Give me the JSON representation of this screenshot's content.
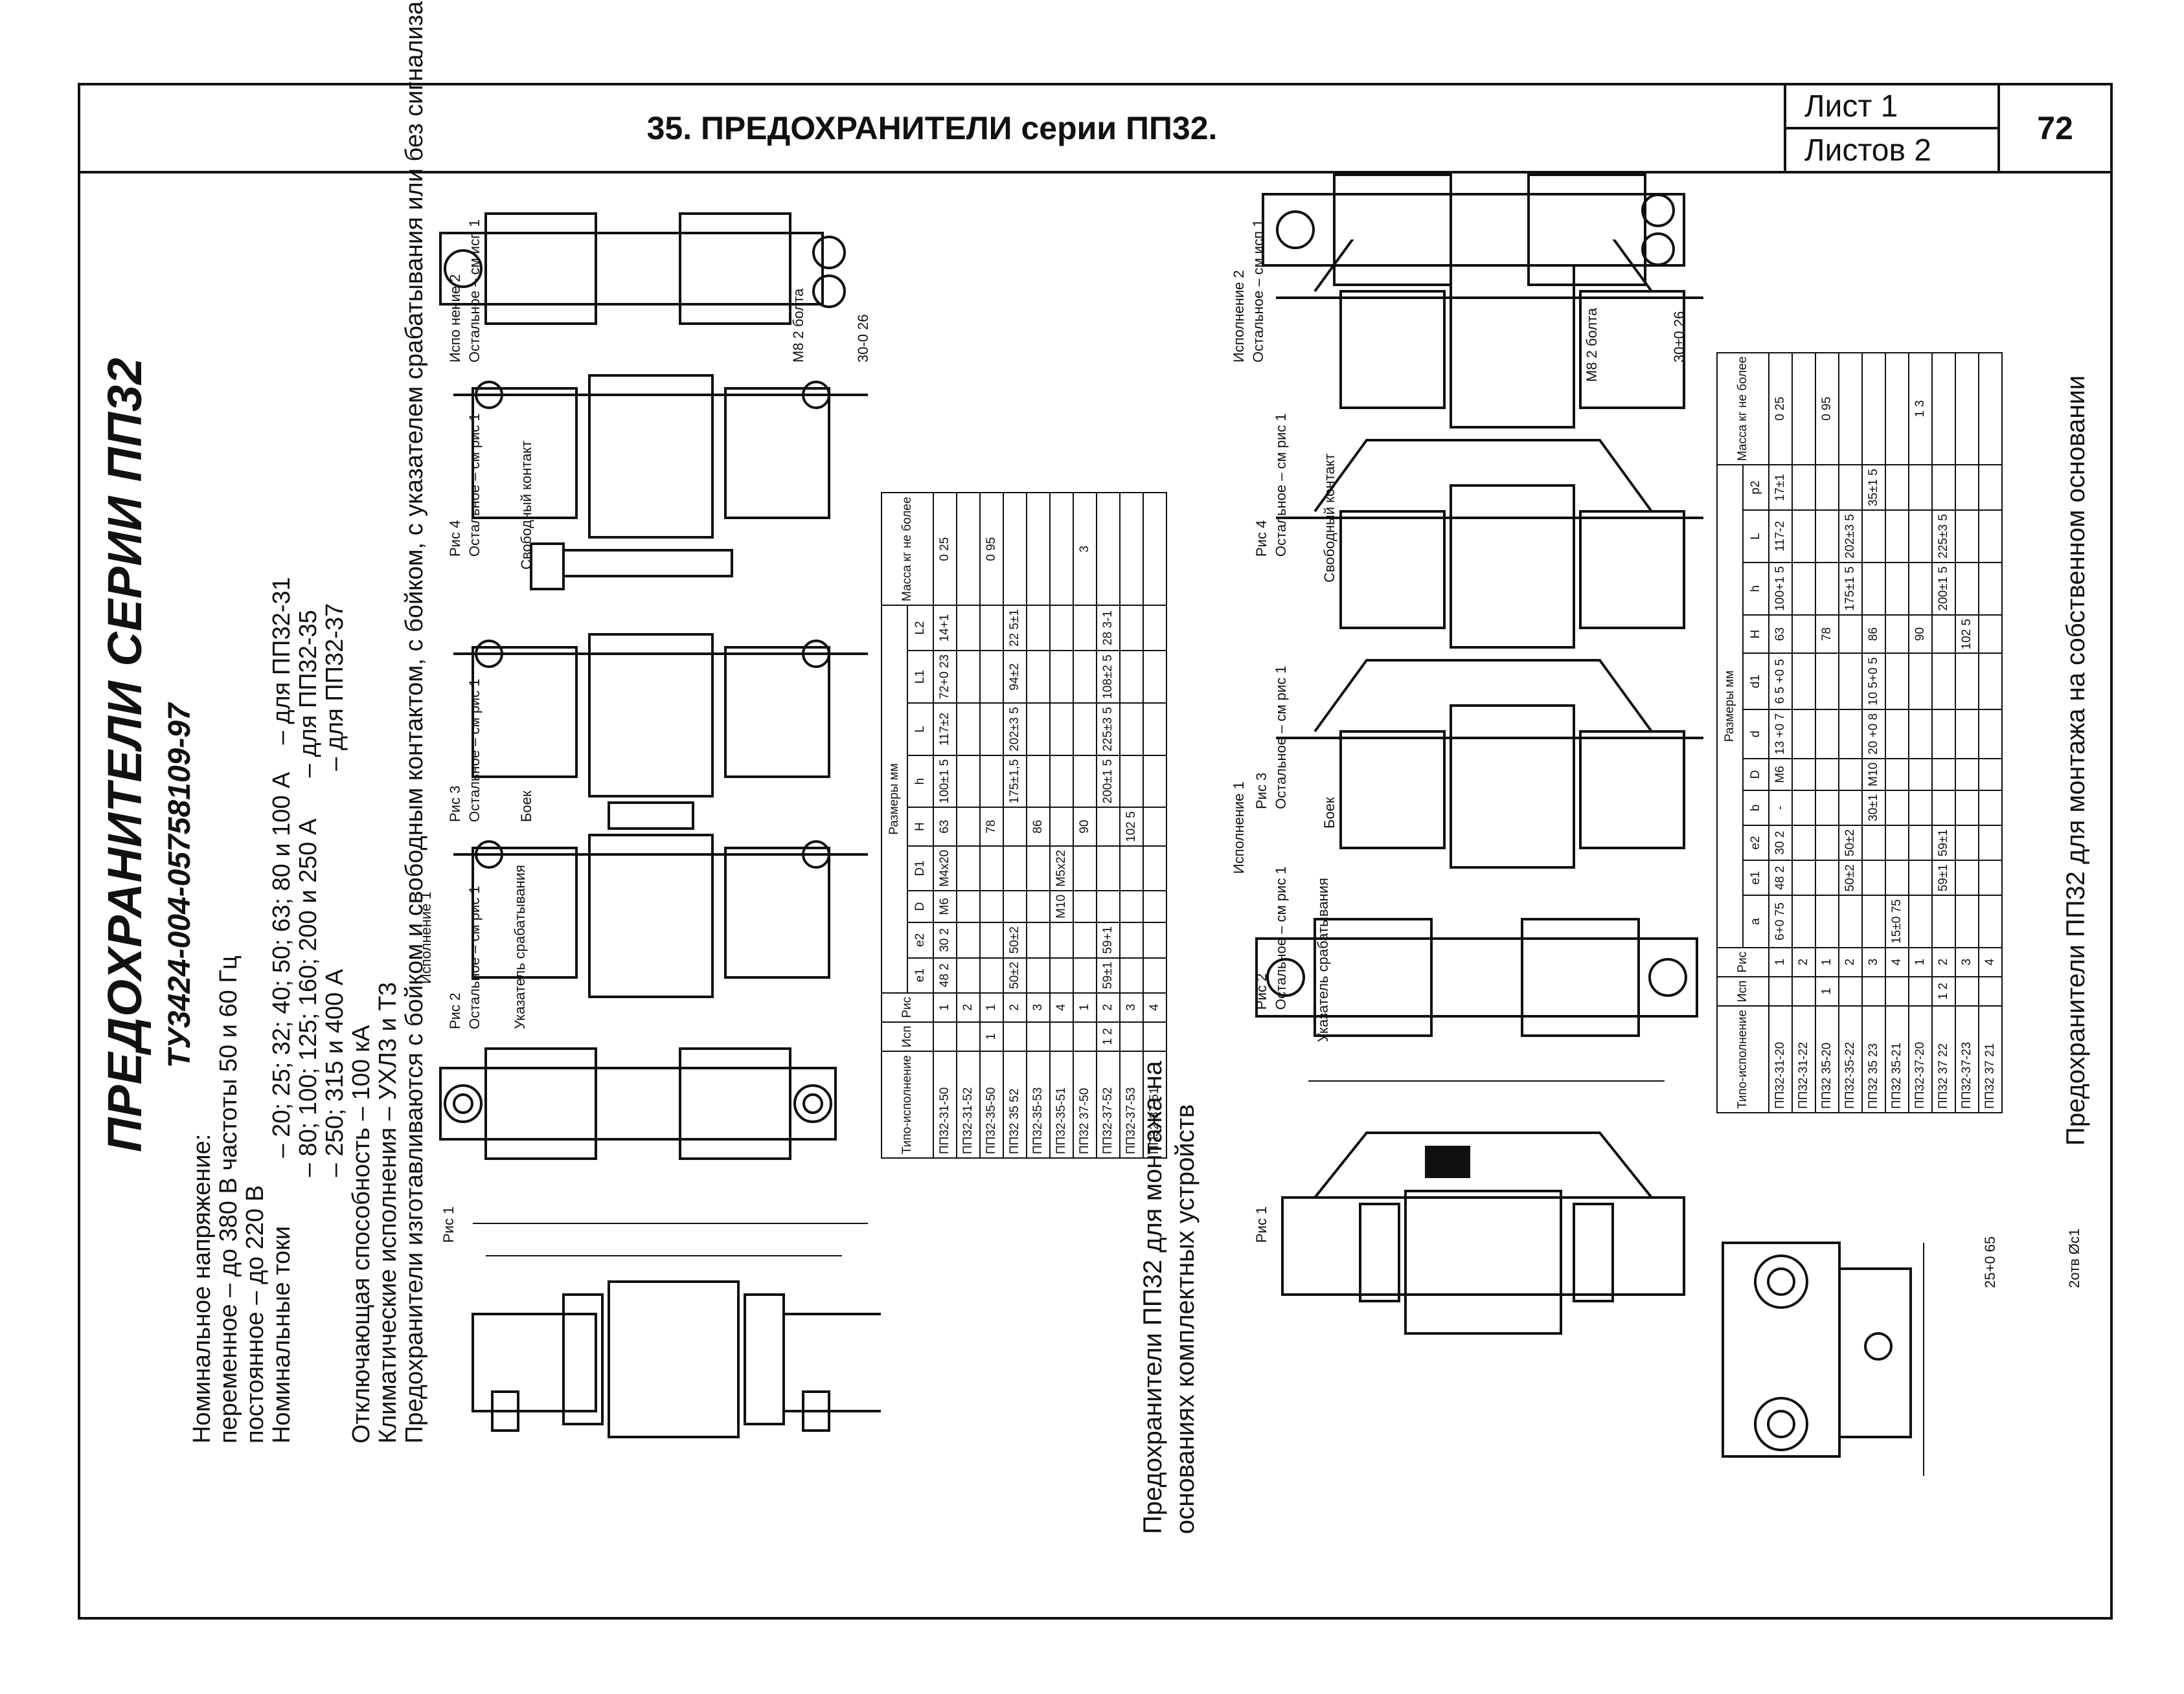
{
  "header": {
    "title": "35. ПРЕДОХРАНИТЕЛИ серии ПП32.",
    "sheet_label": "Лист 1",
    "sheets_label": "Листов 2",
    "page_number": "72"
  },
  "left": {
    "title": "ПРЕДОХРАНИТЕЛИ СЕРИИ ПП32",
    "standard": "ТУ3424-004-05758109-97",
    "spec_lines": [
      "Номинальное напряжение:",
      "переменное – до 380 В частоты 50 и 60 Гц",
      "постоянное – до 220 В",
      "Номинальные токи          – 20; 25; 32; 40; 50; 63; 80 и 100 А    – для ПП32-31",
      "                                       – 80; 100; 125; 160; 200 и 250 А      – для ПП32-35",
      "                                       – 250; 315 и 400 А                             – для ПП32-37",
      "Отключающая способность – 100 кА",
      "Климатические исполнения – УХЛ3 и Т3",
      "Предохранители изготавливаются с бойком и свободным контактом, с бойком, с указателем срабатывания или без сигнализации."
    ],
    "caption_lines": [
      "Предохранители ПП32 для монтажа на",
      "основаниях комплектных устройств"
    ],
    "fig_labels": {
      "ris1": "Рис 1",
      "ris2": "Рис 2",
      "ris3": "Рис 3",
      "ris4": "Рис 4",
      "isp1": "Исполнение 1",
      "isp2": "Испо   нение 2",
      "rest1": "Остальное – см рис 1",
      "rest_isp1": "Остальное – см исп 1",
      "free_contact": "Свободный контакт",
      "striker": "Боек",
      "indicator": "Указатель срабатывания",
      "bolts": "М8  2 болта",
      "dim": "30-0 26"
    },
    "table": {
      "headers": {
        "type": "Типо-исполнение",
        "isp": "Исп",
        "ris": "Рис",
        "dims": "Размеры мм",
        "mass": "Масса кг не более",
        "cols": [
          "e1",
          "e2",
          "D",
          "D1",
          "H",
          "h",
          "L",
          "L1",
          "L2"
        ]
      },
      "rows": [
        {
          "type": "ПП32-31-50",
          "isp": "",
          "ris": "1",
          "e1": "48 2",
          "e2": "30 2",
          "D": "М6",
          "D1": "М4х20",
          "H": "63",
          "h": "100±1 5",
          "L": "117±2",
          "L1": "72+0 23",
          "L2": "14+1",
          "mass": "0 25"
        },
        {
          "type": "ПП32-31-52",
          "isp": "",
          "ris": "2",
          "e1": "",
          "e2": "",
          "D": "",
          "D1": "",
          "H": "",
          "h": "",
          "L": "",
          "L1": "",
          "L2": "",
          "mass": ""
        },
        {
          "type": "ПП32-35-50",
          "isp": "1",
          "ris": "1",
          "e1": "",
          "e2": "",
          "D": "",
          "D1": "",
          "H": "78",
          "h": "",
          "L": "",
          "L1": "",
          "L2": "",
          "mass": "0 95"
        },
        {
          "type": "ПП32 35 52",
          "isp": "",
          "ris": "2",
          "e1": "50±2",
          "e2": "50±2",
          "D": "",
          "D1": "",
          "H": "",
          "h": "175±1,5",
          "L": "202±3 5",
          "L1": "94±2",
          "L2": "22 5±1",
          "mass": ""
        },
        {
          "type": "ПП32-35-53",
          "isp": "",
          "ris": "3",
          "e1": "",
          "e2": "",
          "D": "",
          "D1": "",
          "H": "86",
          "h": "",
          "L": "",
          "L1": "",
          "L2": "",
          "mass": ""
        },
        {
          "type": "ПП32-35-51",
          "isp": "",
          "ris": "4",
          "e1": "",
          "e2": "",
          "D": "М10",
          "D1": "М5х22",
          "H": "",
          "h": "",
          "L": "",
          "L1": "",
          "L2": "",
          "mass": ""
        },
        {
          "type": "ПП32 37-50",
          "isp": "",
          "ris": "1",
          "e1": "",
          "e2": "",
          "D": "",
          "D1": "",
          "H": "90",
          "h": "",
          "L": "",
          "L1": "",
          "L2": "",
          "mass": "3"
        },
        {
          "type": "ПП32-37-52",
          "isp": "1 2",
          "ris": "2",
          "e1": "59±1",
          "e2": "59+1",
          "D": "",
          "D1": "",
          "H": "",
          "h": "200±1 5",
          "L": "225±3 5",
          "L1": "108±2 5",
          "L2": "28 3-1",
          "mass": ""
        },
        {
          "type": "ПП32-37-53",
          "isp": "",
          "ris": "3",
          "e1": "",
          "e2": "",
          "D": "",
          "D1": "",
          "H": "102 5",
          "h": "",
          "L": "",
          "L1": "",
          "L2": "",
          "mass": ""
        },
        {
          "type": "ПП32-37-51",
          "isp": "",
          "ris": "4",
          "e1": "",
          "e2": "",
          "D": "",
          "D1": "",
          "H": "",
          "h": "",
          "L": "",
          "L1": "",
          "L2": "",
          "mass": ""
        }
      ]
    }
  },
  "right": {
    "caption": "Предохранители ПП32 для монтажа на собственном основании",
    "fig_labels": {
      "ris1": "Рис 1",
      "ris2": "Рис 2",
      "ris3": "Рис 3",
      "ris4": "Рис 4",
      "isp1": "Исполнение 1",
      "isp2": "Исполнение 2",
      "rest1": "Остальное – см рис 1",
      "rest_isp1": "Остальное – см исп 1",
      "free_contact": "Свободный контакт",
      "striker": "Боек",
      "indicator": "Указатель срабатывания",
      "bolts": "М8  2 болта",
      "dim": "30±0 26",
      "dim2": "25+0 65",
      "dim3": "2отв Øc1"
    },
    "table": {
      "headers": {
        "type": "Типо-исполнение",
        "isp": "Исп",
        "ris": "Рис",
        "dims": "Размеры мм",
        "mass": "Масса кг не более",
        "cols": [
          "a",
          "e1",
          "e2",
          "b",
          "D",
          "d",
          "d1",
          "H",
          "h",
          "L",
          "p2"
        ]
      },
      "rows": [
        {
          "type": "ПП32-31-20",
          "isp": "",
          "ris": "1",
          "a": "6+0 75",
          "e1": "48 2",
          "e2": "30 2",
          "b": "-",
          "D": "М6",
          "d": "13 +0 7",
          "d1": "6 5 +0 5",
          "H": "63",
          "h": "100+1 5",
          "L": "117-2",
          "p2": "17±1",
          "mass": "0 25"
        },
        {
          "type": "ПП32-31-22",
          "isp": "",
          "ris": "2",
          "a": "",
          "e1": "",
          "e2": "",
          "b": "",
          "D": "",
          "d": "",
          "d1": "",
          "H": "",
          "h": "",
          "L": "",
          "p2": "",
          "mass": ""
        },
        {
          "type": "ПП32 35-20",
          "isp": "1",
          "ris": "1",
          "a": "",
          "e1": "",
          "e2": "",
          "b": "",
          "D": "",
          "d": "",
          "d1": "",
          "H": "78",
          "h": "",
          "L": "",
          "p2": "",
          "mass": "0 95"
        },
        {
          "type": "ПП32-35-22",
          "isp": "",
          "ris": "2",
          "a": "",
          "e1": "50±2",
          "e2": "50±2",
          "b": "",
          "D": "",
          "d": "",
          "d1": "",
          "H": "",
          "h": "175±1 5",
          "L": "202±3 5",
          "p2": "",
          "mass": ""
        },
        {
          "type": "ПП32 35 23",
          "isp": "",
          "ris": "3",
          "a": "",
          "e1": "",
          "e2": "",
          "b": "30±1",
          "D": "М10",
          "d": "20 +0 8",
          "d1": "10 5+0 5",
          "H": "86",
          "h": "",
          "L": "",
          "p2": "35±1 5",
          "mass": ""
        },
        {
          "type": "ПП32 35-21",
          "isp": "",
          "ris": "4",
          "a": "15±0 75",
          "e1": "",
          "e2": "",
          "b": "",
          "D": "",
          "d": "",
          "d1": "",
          "H": "",
          "h": "",
          "L": "",
          "p2": "",
          "mass": ""
        },
        {
          "type": "ПП32-37-20",
          "isp": "",
          "ris": "1",
          "a": "",
          "e1": "",
          "e2": "",
          "b": "",
          "D": "",
          "d": "",
          "d1": "",
          "H": "90",
          "h": "",
          "L": "",
          "p2": "",
          "mass": "1 3"
        },
        {
          "type": "ПП32 37 22",
          "isp": "1 2",
          "ris": "2",
          "a": "",
          "e1": "59±1",
          "e2": "59±1",
          "b": "",
          "D": "",
          "d": "",
          "d1": "",
          "H": "",
          "h": "200±1 5",
          "L": "225±3 5",
          "p2": "",
          "mass": ""
        },
        {
          "type": "ПП32-37-23",
          "isp": "",
          "ris": "3",
          "a": "",
          "e1": "",
          "e2": "",
          "b": "",
          "D": "",
          "d": "",
          "d1": "",
          "H": "102 5",
          "h": "",
          "L": "",
          "p2": "",
          "mass": ""
        },
        {
          "type": "ПП32 37 21",
          "isp": "",
          "ris": "4",
          "a": "",
          "e1": "",
          "e2": "",
          "b": "",
          "D": "",
          "d": "",
          "d1": "",
          "H": "",
          "h": "",
          "L": "",
          "p2": "",
          "mass": ""
        }
      ]
    }
  }
}
